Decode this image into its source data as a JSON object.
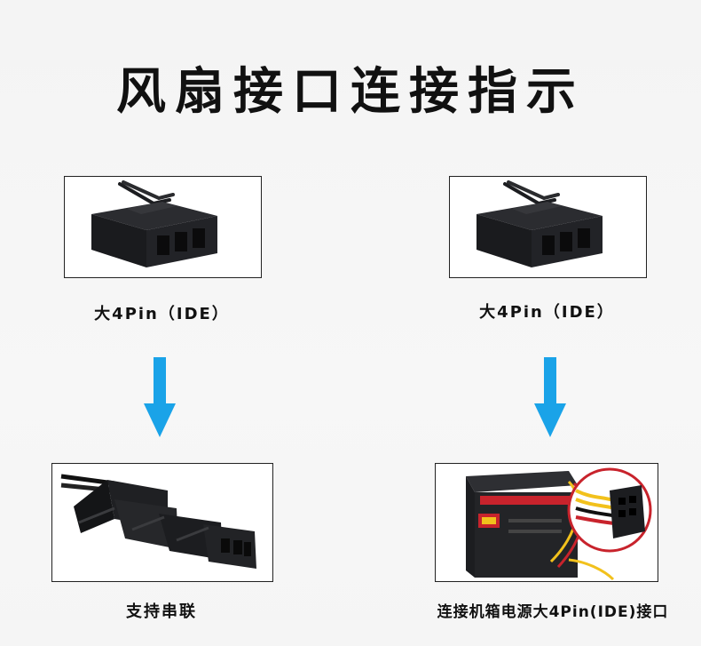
{
  "title": "风扇接口连接指示",
  "left": {
    "top_caption": "大4Pin（IDE）",
    "bottom_caption": "支持串联"
  },
  "right": {
    "top_caption": "大4Pin（IDE）",
    "bottom_caption": "连接机箱电源大4Pin(IDE)接口"
  },
  "colors": {
    "arrow": "#1aa3e8",
    "connector": "#1c1d20",
    "psu_red": "#c8232c",
    "wire_yellow": "#f2c11c"
  }
}
